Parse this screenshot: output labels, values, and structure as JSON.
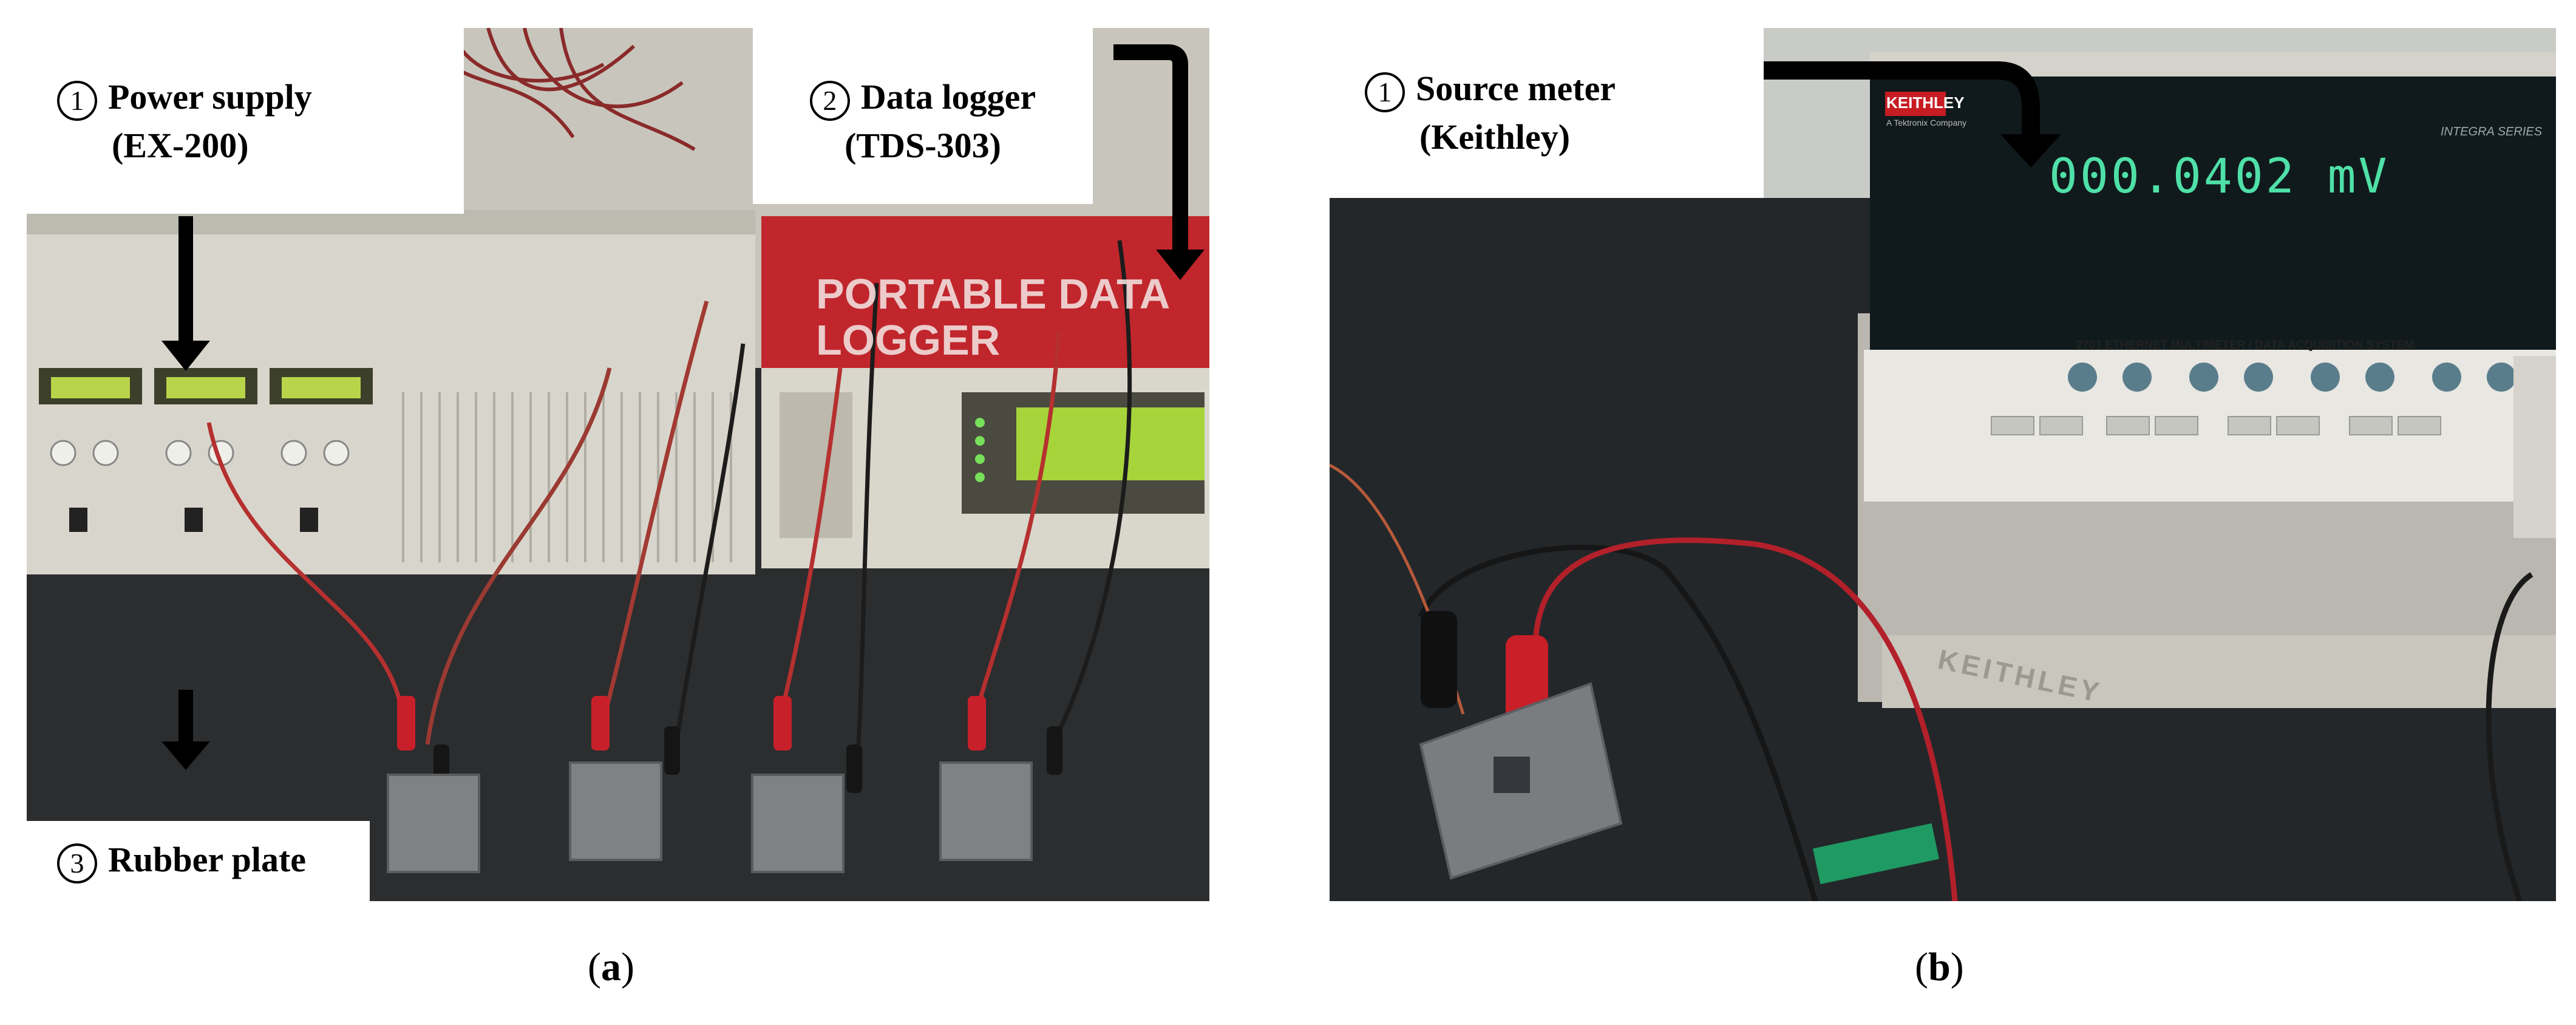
{
  "panel_a": {
    "labels": {
      "power_supply": {
        "num": "1",
        "line1": "Power supply",
        "line2": "(EX-200)"
      },
      "data_logger": {
        "num": "2",
        "line1": "Data logger",
        "line2": "(TDS-303)"
      },
      "rubber_plate": {
        "num": "3",
        "line1": "Rubber plate"
      }
    },
    "logger_text": "PORTABLE DATA LOGGER",
    "caption_open": "(",
    "caption_letter": "a",
    "caption_close": ")"
  },
  "panel_b": {
    "labels": {
      "source_meter": {
        "num": "1",
        "line1": "Source meter",
        "line2": "(Keithley)"
      }
    },
    "brand": "KEITHLEY",
    "brand_sub": "A Tektronix Company",
    "series": "INTEGRA SERIES",
    "reading": "000.0402 mV",
    "model_line": "2701 ETHERNET MULTIMETER / DATA ACQUISITION SYSTEM",
    "base_brand": "KEITHLEY",
    "caption_open": "(",
    "caption_letter": "b",
    "caption_close": ")"
  },
  "colors": {
    "label_bg": "#ffffff",
    "arrow": "#000000",
    "bench": "#2a2c2e",
    "lead_red": "#c8202a",
    "lead_black": "#111111",
    "lcd_green": "#4fe07a",
    "logger_red": "#c0262c"
  }
}
